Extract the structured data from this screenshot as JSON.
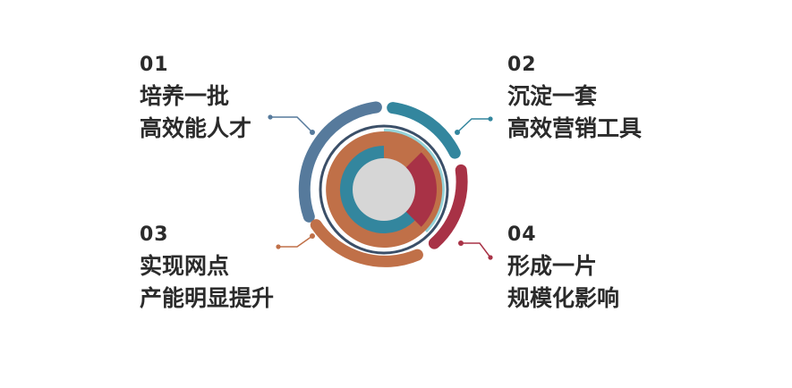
{
  "items": [
    {
      "number": "01",
      "line1": "培养一批",
      "line2": "高效能人才",
      "color": "#567a9c"
    },
    {
      "number": "02",
      "line1": "沉淀一套",
      "line2": "高效营销工具",
      "color": "#33869e"
    },
    {
      "number": "03",
      "line1": "实现网点",
      "line2": "产能明显提升",
      "color": "#c07048"
    },
    {
      "number": "04",
      "line1": "形成一片",
      "line2": "规模化影响",
      "color": "#a83246"
    }
  ],
  "ring_colors": {
    "dark_ring": "#3b4f68",
    "orange": "#c07048",
    "teal": "#33869e",
    "crimson": "#a83246",
    "light_teal": "#96d3d8",
    "center": "#d6d6d6"
  }
}
